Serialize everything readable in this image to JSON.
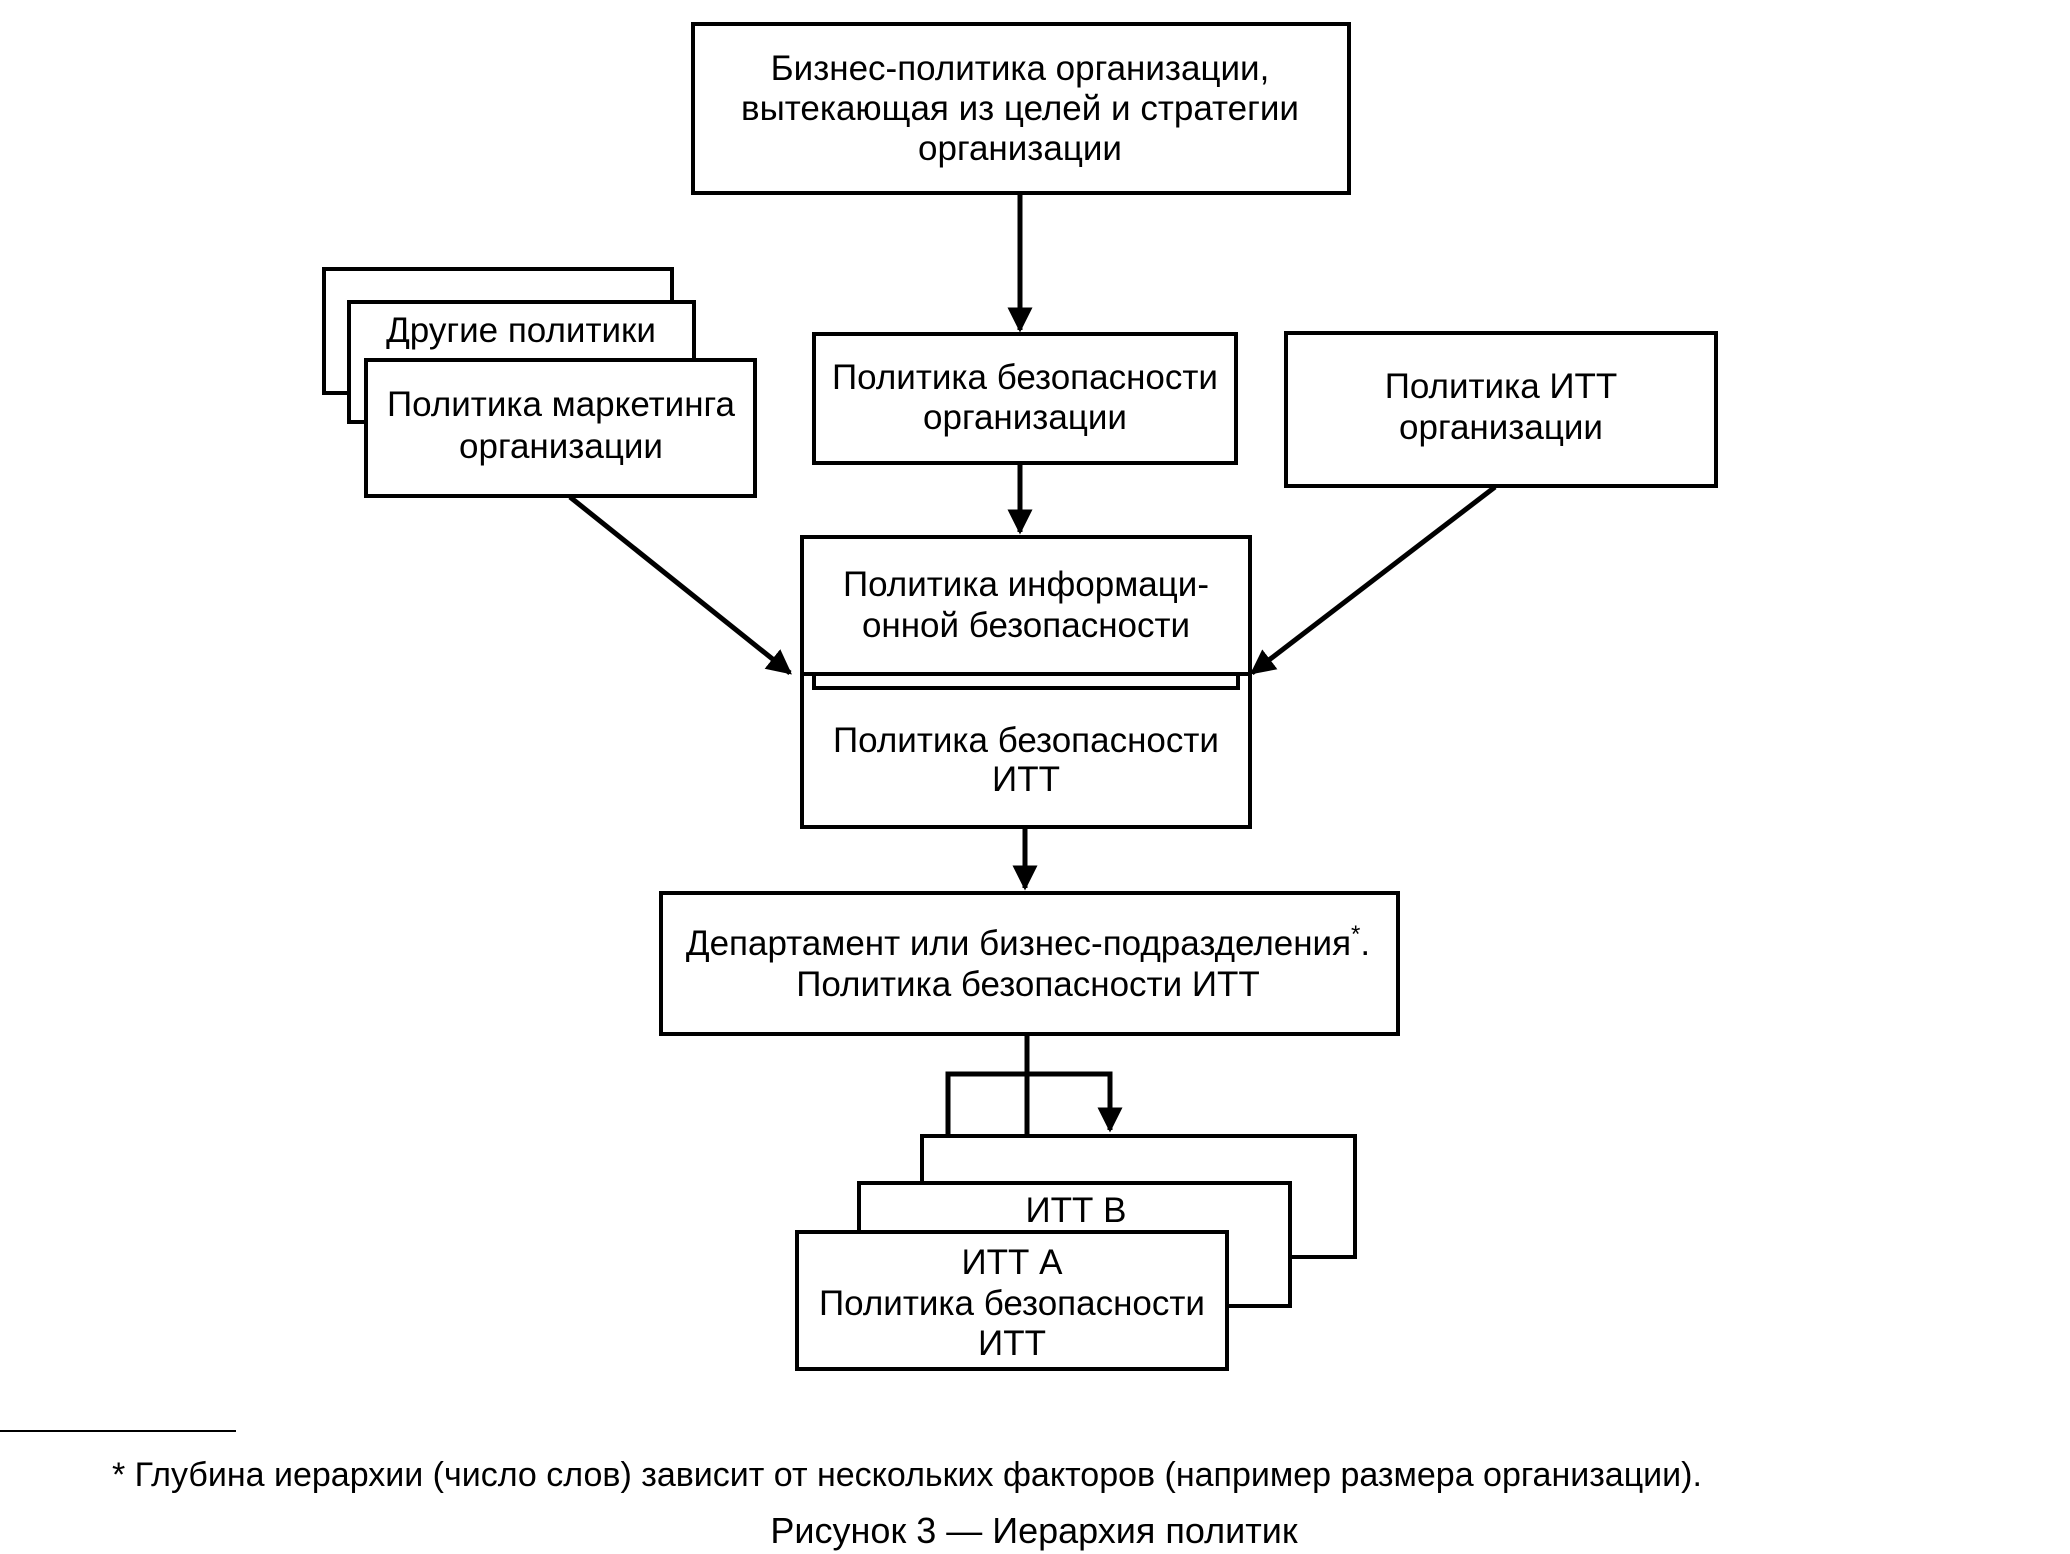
{
  "nodes": {
    "business_policy": [
      "Бизнес-политика организации,",
      "вытекающая из целей и стратегии",
      "организации"
    ],
    "other_policies": "Другие политики",
    "marketing_policy": [
      "Политика маркетинга",
      "организации"
    ],
    "security_policy": [
      "Политика безопасности",
      "организации"
    ],
    "ict_policy": [
      "Политика ИТТ",
      "организации"
    ],
    "infosec_policy": [
      "Политика информаци-",
      "онной безопасности"
    ],
    "ict_security_policy": [
      "Политика безопасности",
      "ИТТ"
    ],
    "department_policy": {
      "line1": "Департамент или бизнес-подразделения",
      "asterisk": "*",
      "period": ".",
      "line2": "Политика безопасности ИТТ"
    },
    "ict_b": "ИТТ B",
    "ict_a": [
      "ИТТ A",
      "Политика безопасности",
      "ИТТ"
    ]
  },
  "footnote": "* Глубина иерархии (число слов) зависит от нескольких факторов (например размера организации).",
  "caption": "Рисунок 3 — Иерархия политик"
}
